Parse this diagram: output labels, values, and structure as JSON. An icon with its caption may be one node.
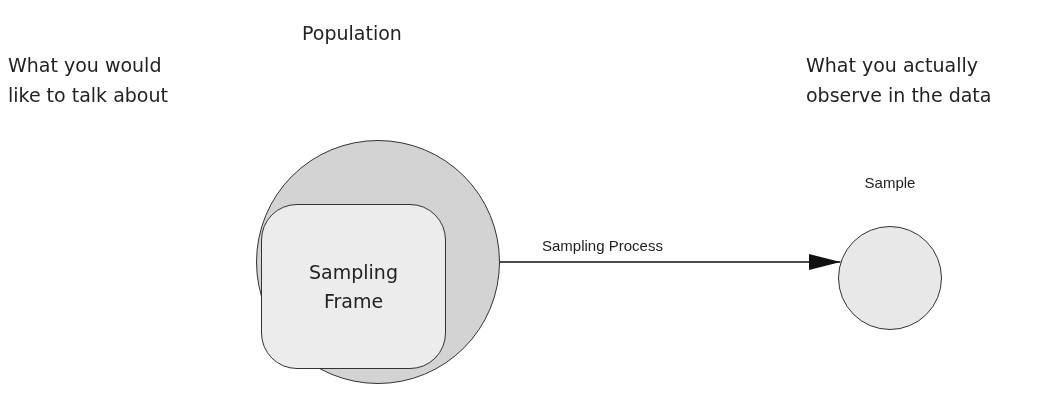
{
  "diagram": {
    "nodes": [
      {
        "text": [],
        "shape": "circle"
      },
      {
        "text": [
          "Sampling Frame"
        ],
        "in": 0
      },
      {
        "text": [],
        "shape": "circle",
        "beside": [
          "Sample"
        ]
      }
    ],
    "edges": [
      {
        "from": 0,
        "to": 2,
        "arrow": "to",
        "label": "Sampling Process"
      }
    ],
    "labels": [
      "Population",
      "What you would like to talk about",
      "What you actually observe in the data"
    ]
  }
}
